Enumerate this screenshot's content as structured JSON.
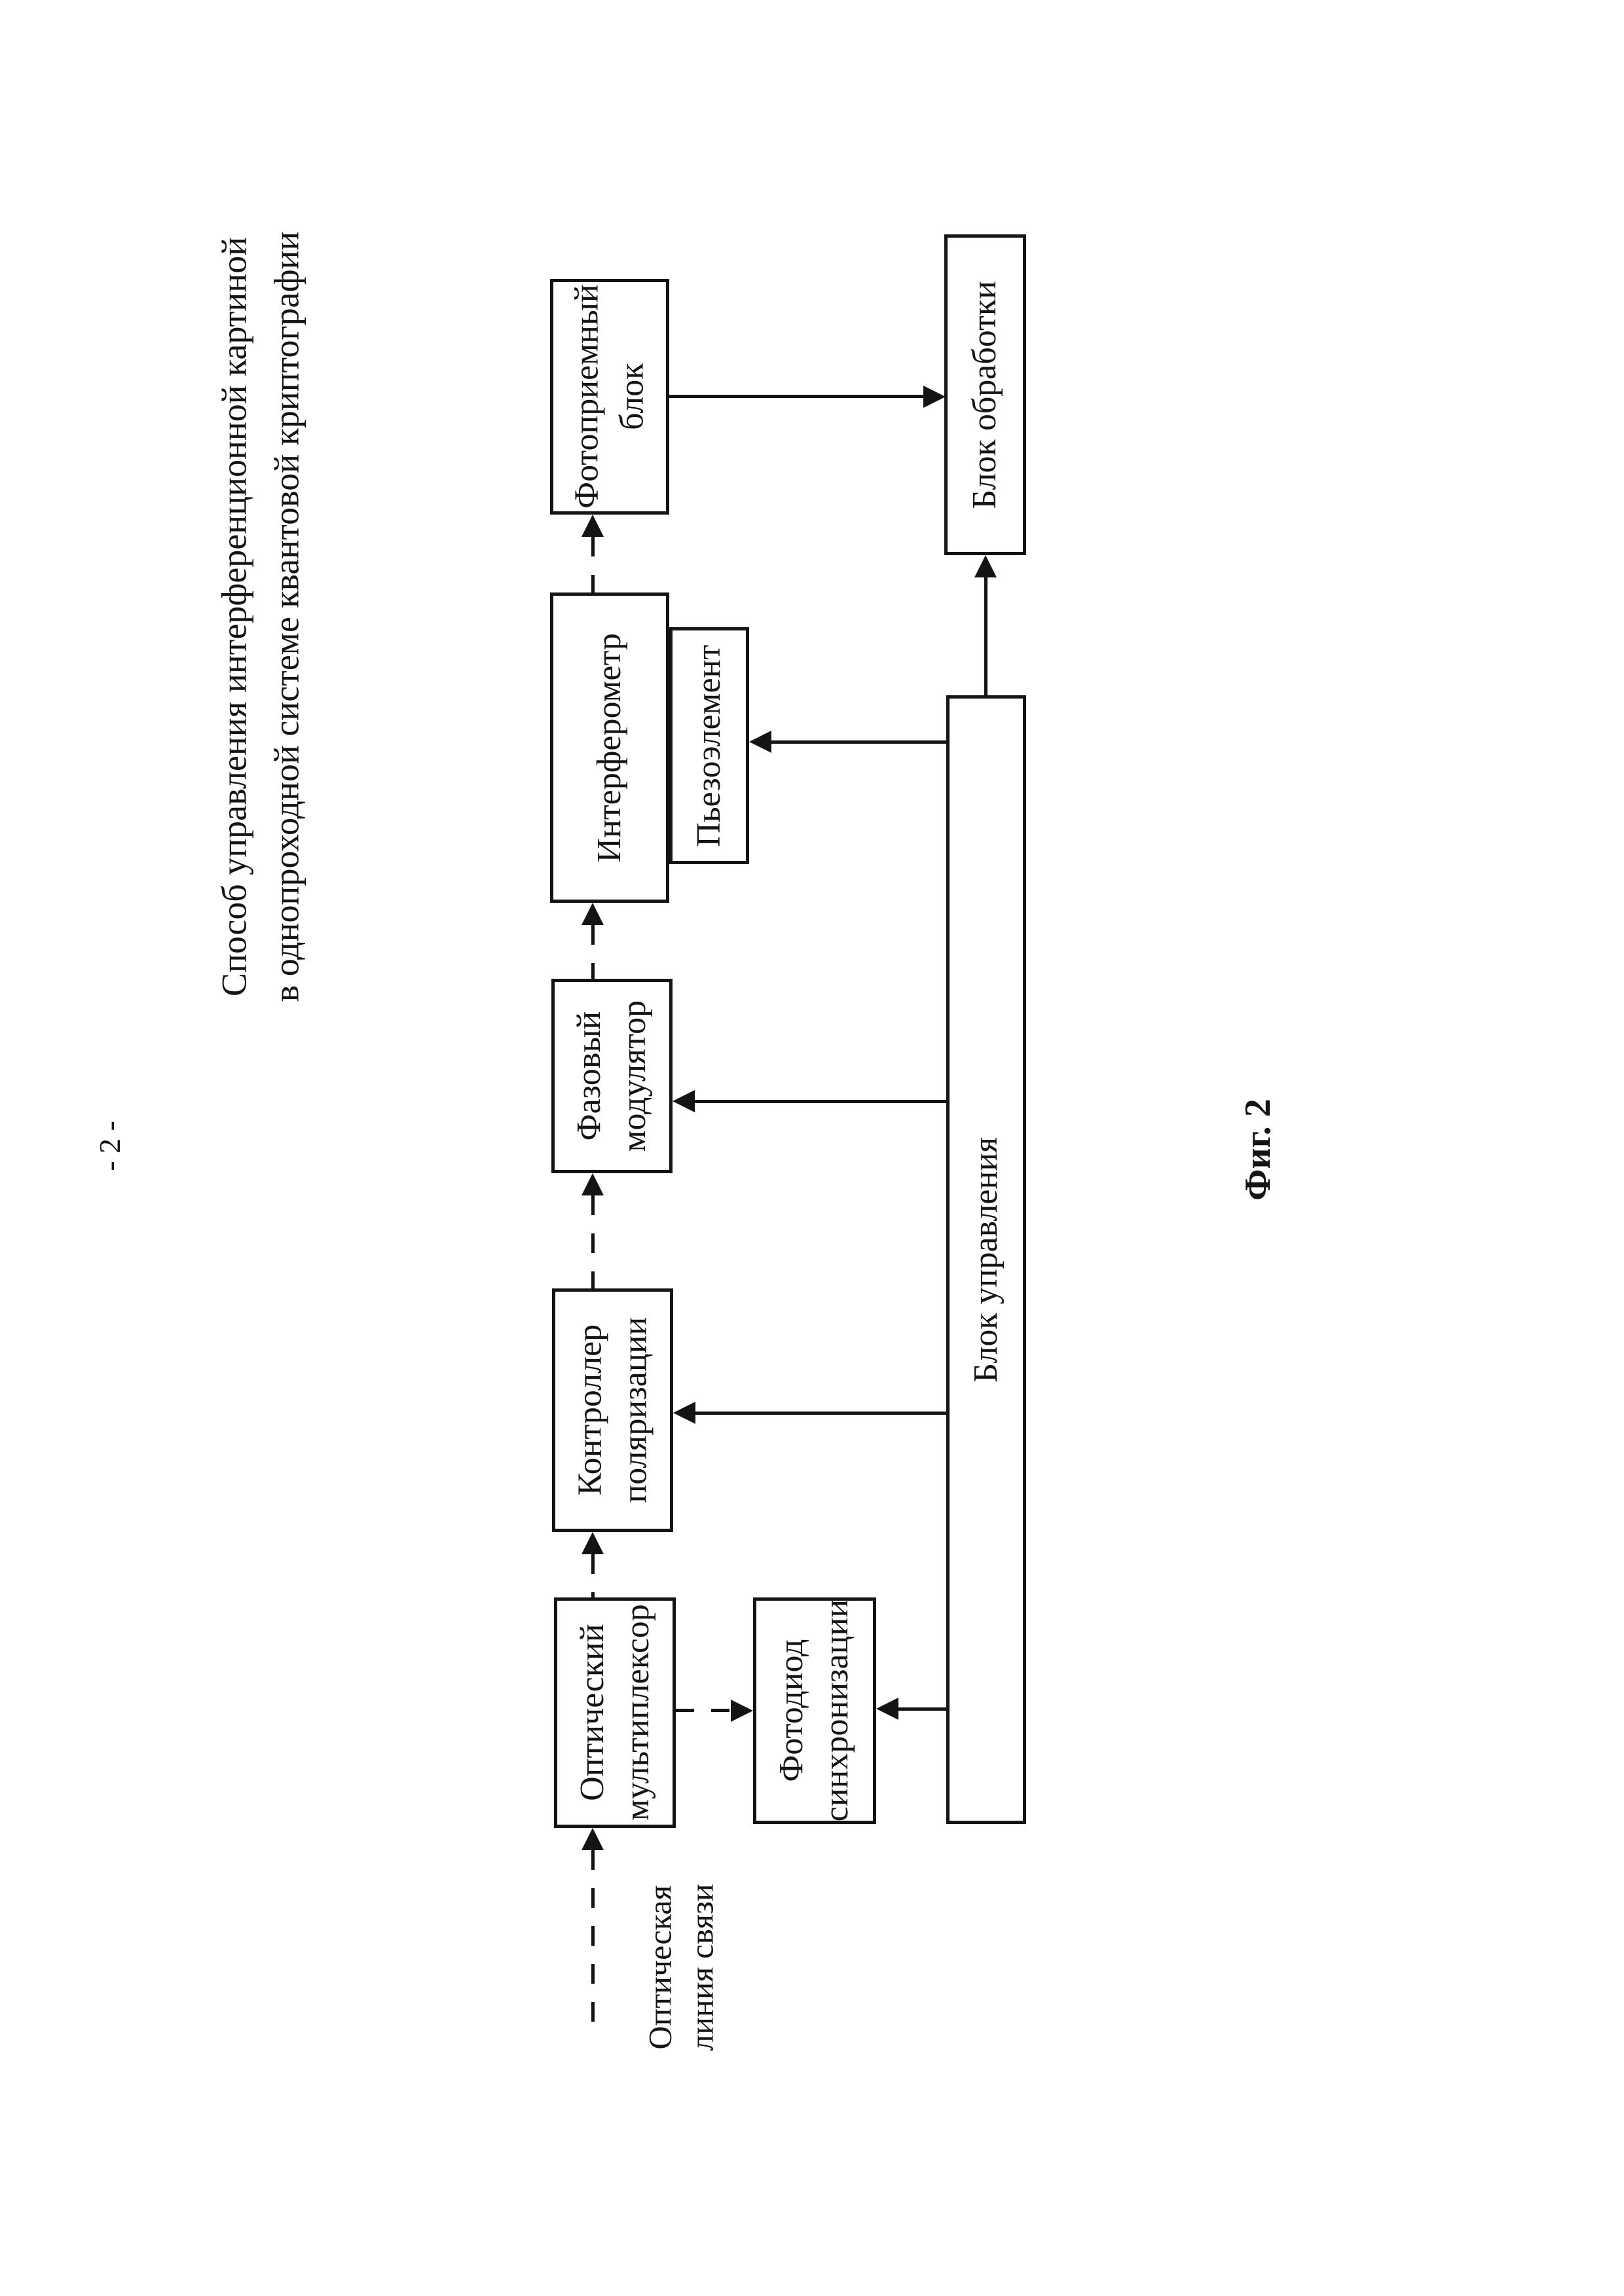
{
  "page": {
    "number": "- 2 -",
    "title": "Способ управления интерференционной картиной\nв однопроходной системе квантовой криптографии",
    "figure_caption": "Фиг. 2"
  },
  "diagram": {
    "boxes": {
      "photodetector": "Фотоприемный\nблок",
      "processing": "Блок обработки",
      "interferometer": "Интерферометр",
      "piezo": "Пьезоэлемент",
      "phase_modulator": "Фазовый\nмодулятор",
      "polarization_controller": "Контроллер\nполяризации",
      "optical_multiplexer": "Оптический\nмультиплексор",
      "sync_photodiode": "Фотодиод\nсинхронизации",
      "control_unit": "Блок управления"
    },
    "labels": {
      "optical_line": "Оптическая\nлиния связи"
    },
    "colors": {
      "ink": "#141414",
      "paper": "#ffffff"
    }
  }
}
